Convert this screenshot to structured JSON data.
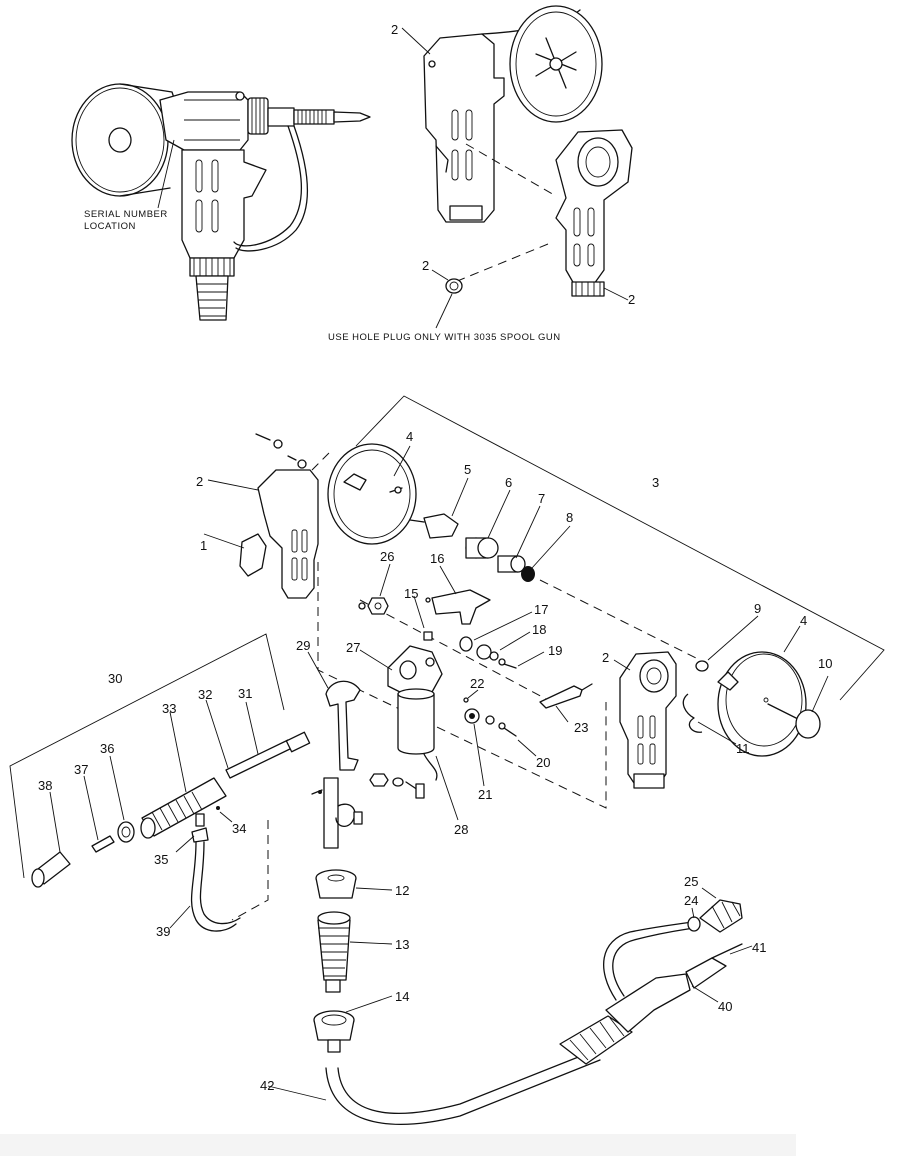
{
  "captions": {
    "serial_line1": "SERIAL NUMBER",
    "serial_line2": "LOCATION",
    "hole_plug": "USE HOLE PLUG ONLY WITH 3035 SPOOL GUN"
  },
  "callouts": {
    "top_2a": "2",
    "top_2b": "2",
    "top_2c": "2",
    "n1": "1",
    "n2": "2",
    "n2b": "2",
    "n3": "3",
    "n4": "4",
    "n4b": "4",
    "n5": "5",
    "n6": "6",
    "n7": "7",
    "n8": "8",
    "n9": "9",
    "n10": "10",
    "n11": "11",
    "n12": "12",
    "n13": "13",
    "n14": "14",
    "n15": "15",
    "n16": "16",
    "n17": "17",
    "n18": "18",
    "n19": "19",
    "n20": "20",
    "n21": "21",
    "n22": "22",
    "n23": "23",
    "n24": "24",
    "n25": "25",
    "n26": "26",
    "n27": "27",
    "n28": "28",
    "n29": "29",
    "n30": "30",
    "n31": "31",
    "n32": "32",
    "n33": "33",
    "n34": "34",
    "n35": "35",
    "n36": "36",
    "n37": "37",
    "n38": "38",
    "n39": "39",
    "n40": "40",
    "n41": "41",
    "n42": "42"
  }
}
